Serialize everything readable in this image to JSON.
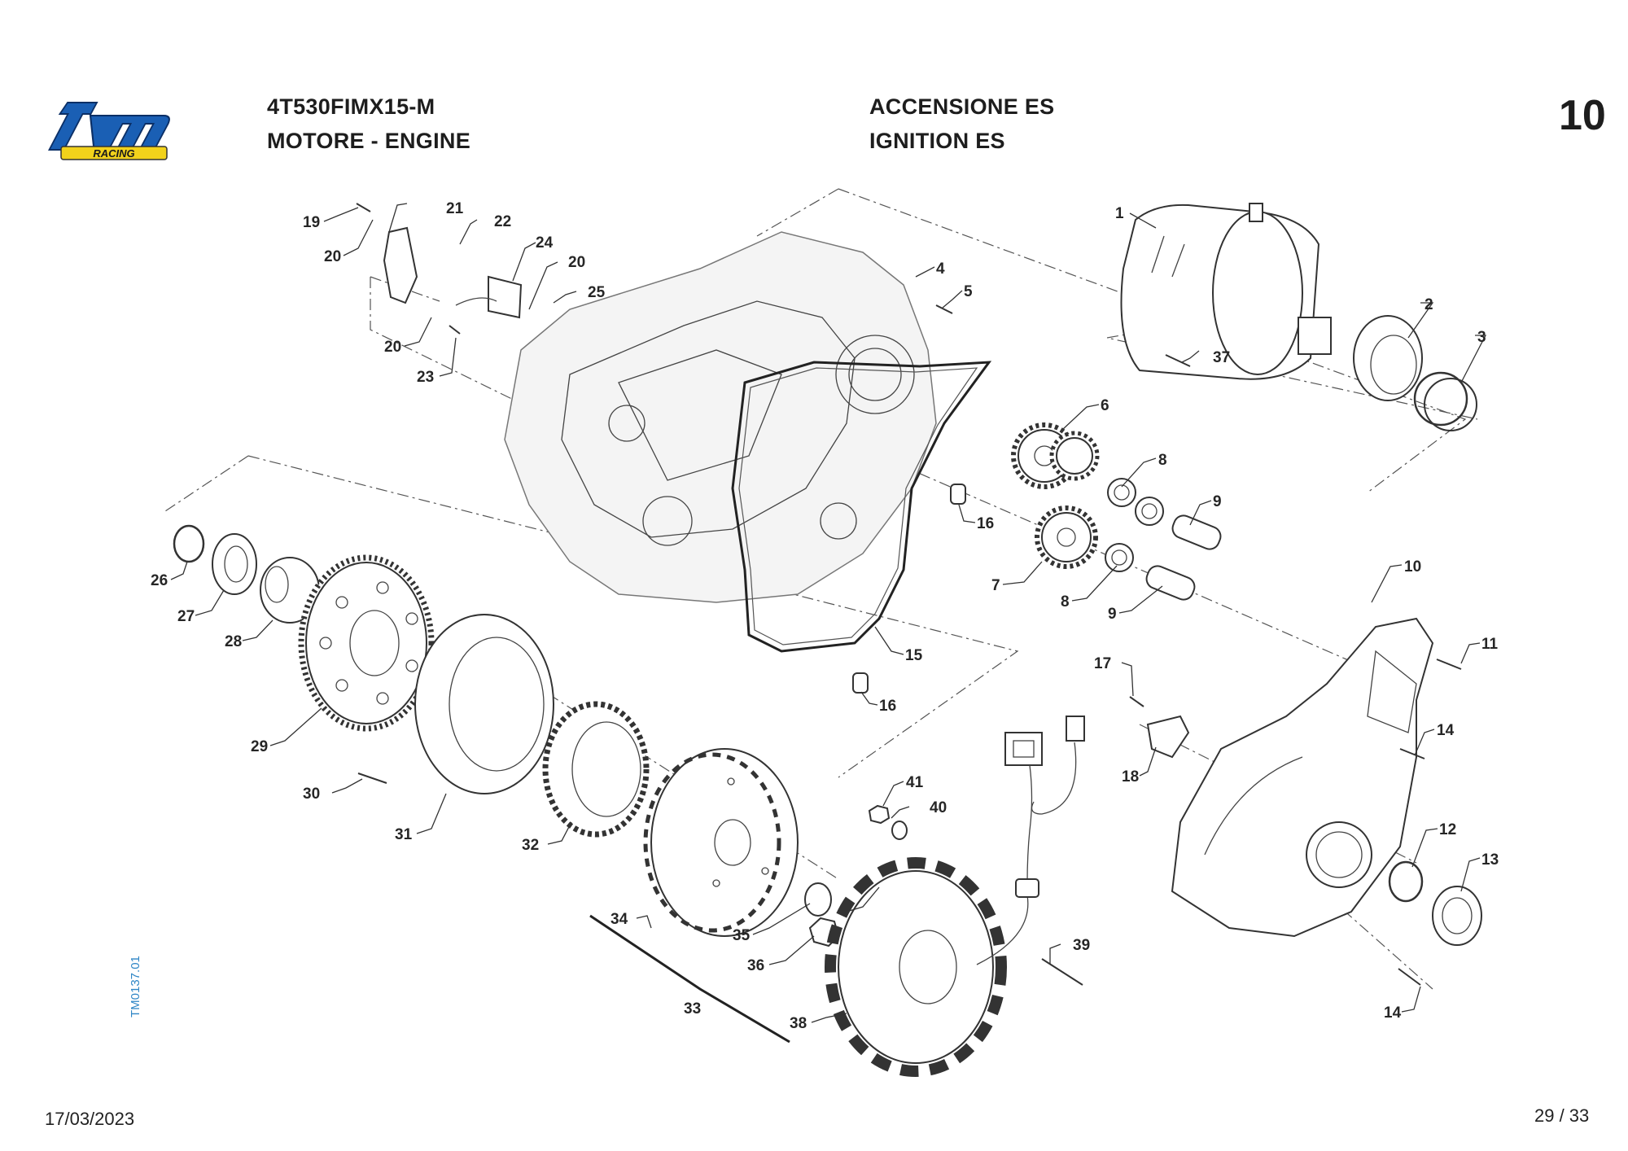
{
  "header": {
    "model_code": "4T530FIMX15-M",
    "group_title": "MOTORE - ENGINE",
    "section_it": "ACCENSIONE ES",
    "section_en": "IGNITION ES",
    "page_number": "10"
  },
  "logo": {
    "brand": "tm",
    "sub": "RACING",
    "color": "#1a5fb4",
    "accent": "#f2d21b"
  },
  "footer": {
    "date": "17/03/2023",
    "pagination": "29 / 33",
    "drawing_code": "TM0137.01"
  },
  "callouts": [
    "1",
    "2",
    "3",
    "4",
    "5",
    "6",
    "7",
    "8",
    "8",
    "9",
    "9",
    "10",
    "11",
    "12",
    "13",
    "14",
    "14",
    "15",
    "16",
    "16",
    "17",
    "18",
    "19",
    "20",
    "20",
    "20",
    "21",
    "22",
    "23",
    "24",
    "25",
    "26",
    "27",
    "28",
    "29",
    "30",
    "31",
    "32",
    "33",
    "34",
    "35",
    "36",
    "37",
    "38",
    "39",
    "40",
    "41"
  ]
}
